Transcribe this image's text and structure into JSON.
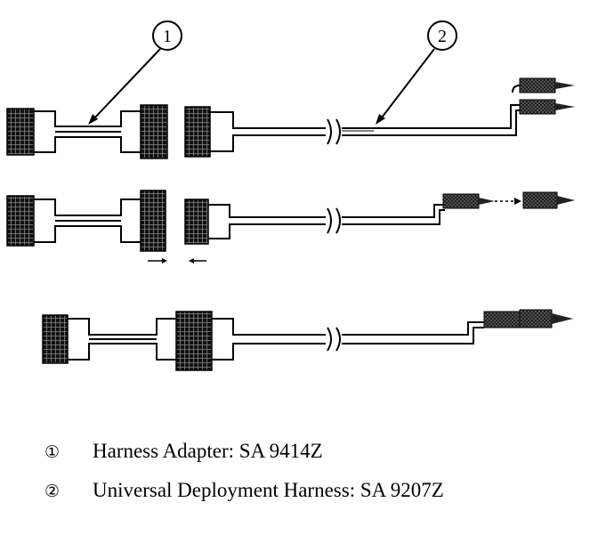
{
  "callouts": [
    {
      "number": "1"
    },
    {
      "number": "2"
    }
  ],
  "legend": [
    {
      "symbol": "①",
      "text": "Harness Adapter: SA 9414Z"
    },
    {
      "symbol": "②",
      "text": "Universal Deployment Harness: SA 9207Z"
    }
  ]
}
